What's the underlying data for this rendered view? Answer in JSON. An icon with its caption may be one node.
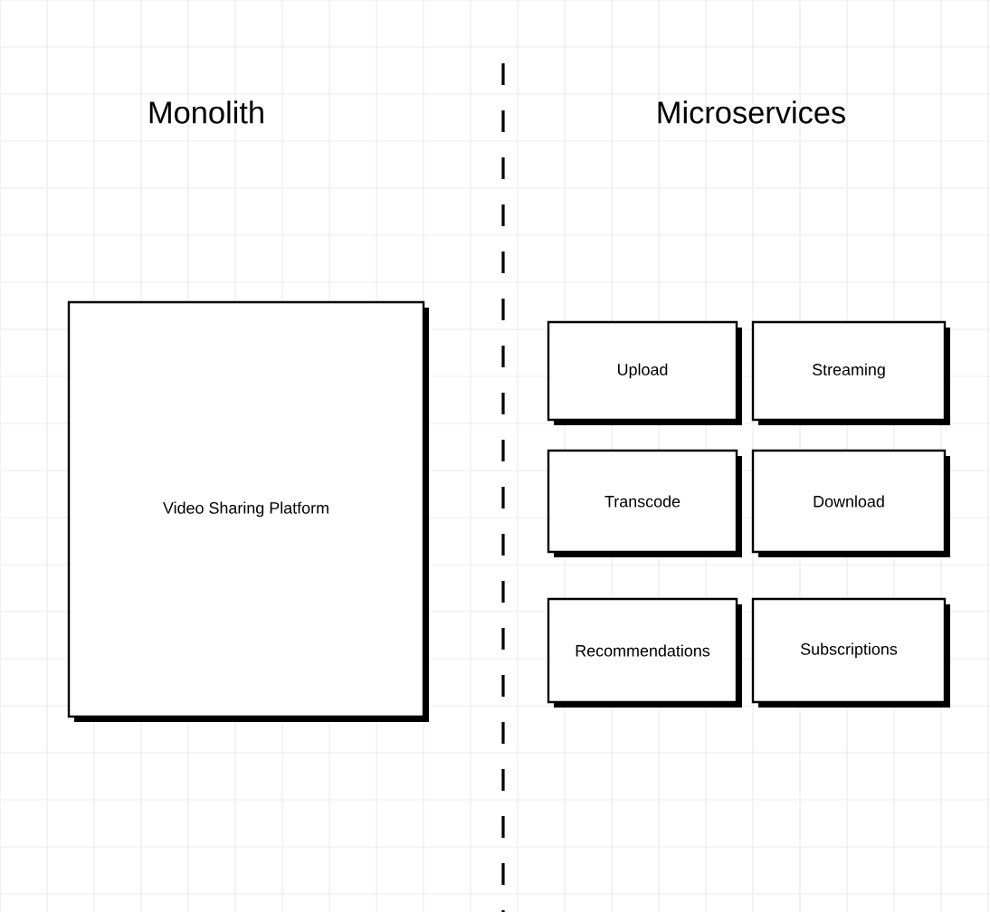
{
  "diagram": {
    "nodes": [
      {
        "text": [
          "Video Sharing Platform"
        ]
      },
      {
        "text": [
          "Upload"
        ]
      },
      {
        "text": [
          "Streaming"
        ]
      },
      {
        "text": [
          "Transcode"
        ]
      },
      {
        "text": [
          "Download"
        ]
      },
      {
        "text": [
          "Recommendations"
        ]
      },
      {
        "text": [
          "Subscriptions"
        ]
      }
    ],
    "labels": [
      "Monolith",
      "Microservices"
    ]
  }
}
